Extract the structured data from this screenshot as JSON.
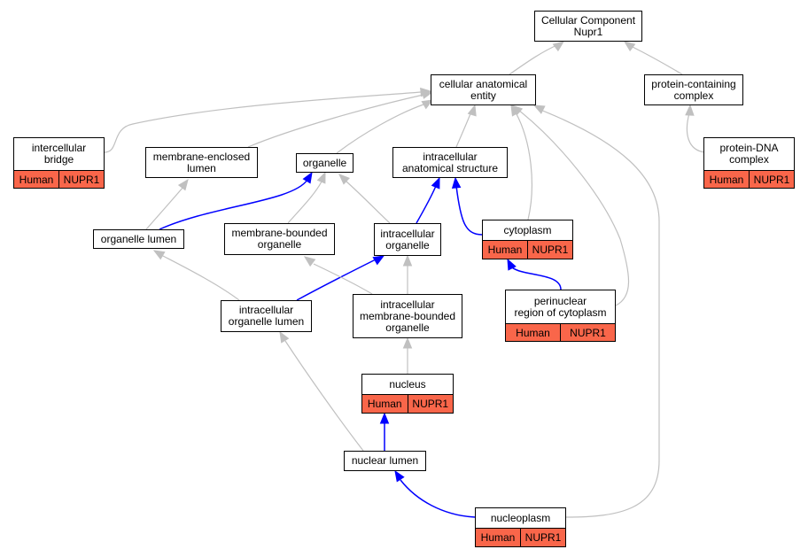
{
  "colors": {
    "edge_gray": "#c0c0c0",
    "edge_blue": "#0000ff",
    "annotation_fill": "#f9664a",
    "node_border": "#000000"
  },
  "nodes": {
    "root": {
      "label": "Cellular Component\nNupr1"
    },
    "cae": {
      "label": "cellular anatomical\nentity"
    },
    "pcc": {
      "label": "protein-containing\ncomplex"
    },
    "ib": {
      "label": "intercellular\nbridge",
      "species": "Human",
      "gene": "NUPR1"
    },
    "mel": {
      "label": "membrane-enclosed\nlumen"
    },
    "org": {
      "label": "organelle"
    },
    "ias": {
      "label": "intracellular\nanatomical structure"
    },
    "pdna": {
      "label": "protein-DNA\ncomplex",
      "species": "Human",
      "gene": "NUPR1"
    },
    "ol": {
      "label": "organelle lumen"
    },
    "mbo": {
      "label": "membrane-bounded\norganelle"
    },
    "io": {
      "label": "intracellular\norganelle"
    },
    "cyt": {
      "label": "cytoplasm",
      "species": "Human",
      "gene": "NUPR1"
    },
    "iol": {
      "label": "intracellular\norganelle lumen"
    },
    "imbo": {
      "label": "intracellular\nmembrane-bounded\norganelle"
    },
    "prc": {
      "label": "perinuclear\nregion of cytoplasm",
      "species": "Human",
      "gene": "NUPR1"
    },
    "nuc": {
      "label": "nucleus",
      "species": "Human",
      "gene": "NUPR1"
    },
    "nl": {
      "label": "nuclear lumen"
    },
    "np": {
      "label": "nucleoplasm",
      "species": "Human",
      "gene": "NUPR1"
    }
  },
  "edges": [
    {
      "from": "cae",
      "to": "root",
      "kind": "gray"
    },
    {
      "from": "pcc",
      "to": "root",
      "kind": "gray"
    },
    {
      "from": "ib",
      "to": "cae",
      "kind": "gray"
    },
    {
      "from": "mel",
      "to": "cae",
      "kind": "gray"
    },
    {
      "from": "org",
      "to": "cae",
      "kind": "gray"
    },
    {
      "from": "ias",
      "to": "cae",
      "kind": "gray"
    },
    {
      "from": "cyt",
      "to": "cae",
      "kind": "gray"
    },
    {
      "from": "prc",
      "to": "cae",
      "kind": "gray"
    },
    {
      "from": "np",
      "to": "cae",
      "kind": "gray"
    },
    {
      "from": "pdna",
      "to": "pcc",
      "kind": "gray"
    },
    {
      "from": "ol",
      "to": "mel",
      "kind": "gray"
    },
    {
      "from": "ol",
      "to": "org",
      "kind": "blue"
    },
    {
      "from": "mbo",
      "to": "org",
      "kind": "gray"
    },
    {
      "from": "io",
      "to": "org",
      "kind": "gray"
    },
    {
      "from": "io",
      "to": "ias",
      "kind": "blue"
    },
    {
      "from": "cyt",
      "to": "ias",
      "kind": "blue"
    },
    {
      "from": "iol",
      "to": "ol",
      "kind": "gray"
    },
    {
      "from": "iol",
      "to": "io",
      "kind": "blue"
    },
    {
      "from": "imbo",
      "to": "mbo",
      "kind": "gray"
    },
    {
      "from": "imbo",
      "to": "io",
      "kind": "gray"
    },
    {
      "from": "prc",
      "to": "cyt",
      "kind": "blue"
    },
    {
      "from": "nuc",
      "to": "imbo",
      "kind": "gray"
    },
    {
      "from": "nl",
      "to": "iol",
      "kind": "gray"
    },
    {
      "from": "nl",
      "to": "nuc",
      "kind": "blue"
    },
    {
      "from": "np",
      "to": "nl",
      "kind": "blue"
    }
  ]
}
